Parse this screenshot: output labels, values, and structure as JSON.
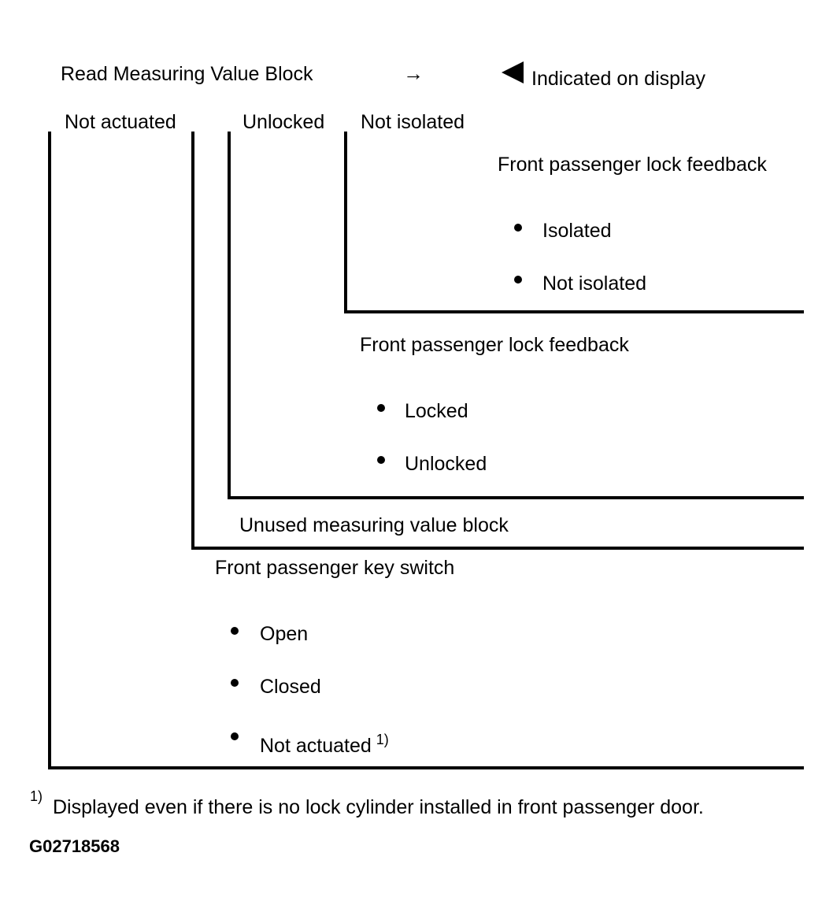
{
  "header": {
    "read_label": "Read Measuring Value Block",
    "arrow": "→",
    "indicated_label": "Indicated on display"
  },
  "fields": {
    "field1": "Not actuated",
    "field2": "Unlocked",
    "field3": "Not isolated"
  },
  "branches": {
    "isolated_group": {
      "title": "Front passenger lock feedback",
      "options": [
        "Isolated",
        "Not isolated"
      ]
    },
    "locked_group": {
      "title": "Front passenger lock feedback",
      "options": [
        "Locked",
        "Unlocked"
      ]
    },
    "unused_group": {
      "title": "Unused measuring value block"
    },
    "key_switch_group": {
      "title": "Front passenger key switch",
      "options": [
        "Open",
        "Closed",
        "Not actuated"
      ],
      "footnote_ref": "1)"
    }
  },
  "footnote": {
    "marker": "1)",
    "text": "Displayed even if there is no lock cylinder installed in front passenger door."
  },
  "graphic_code": "G02718568"
}
